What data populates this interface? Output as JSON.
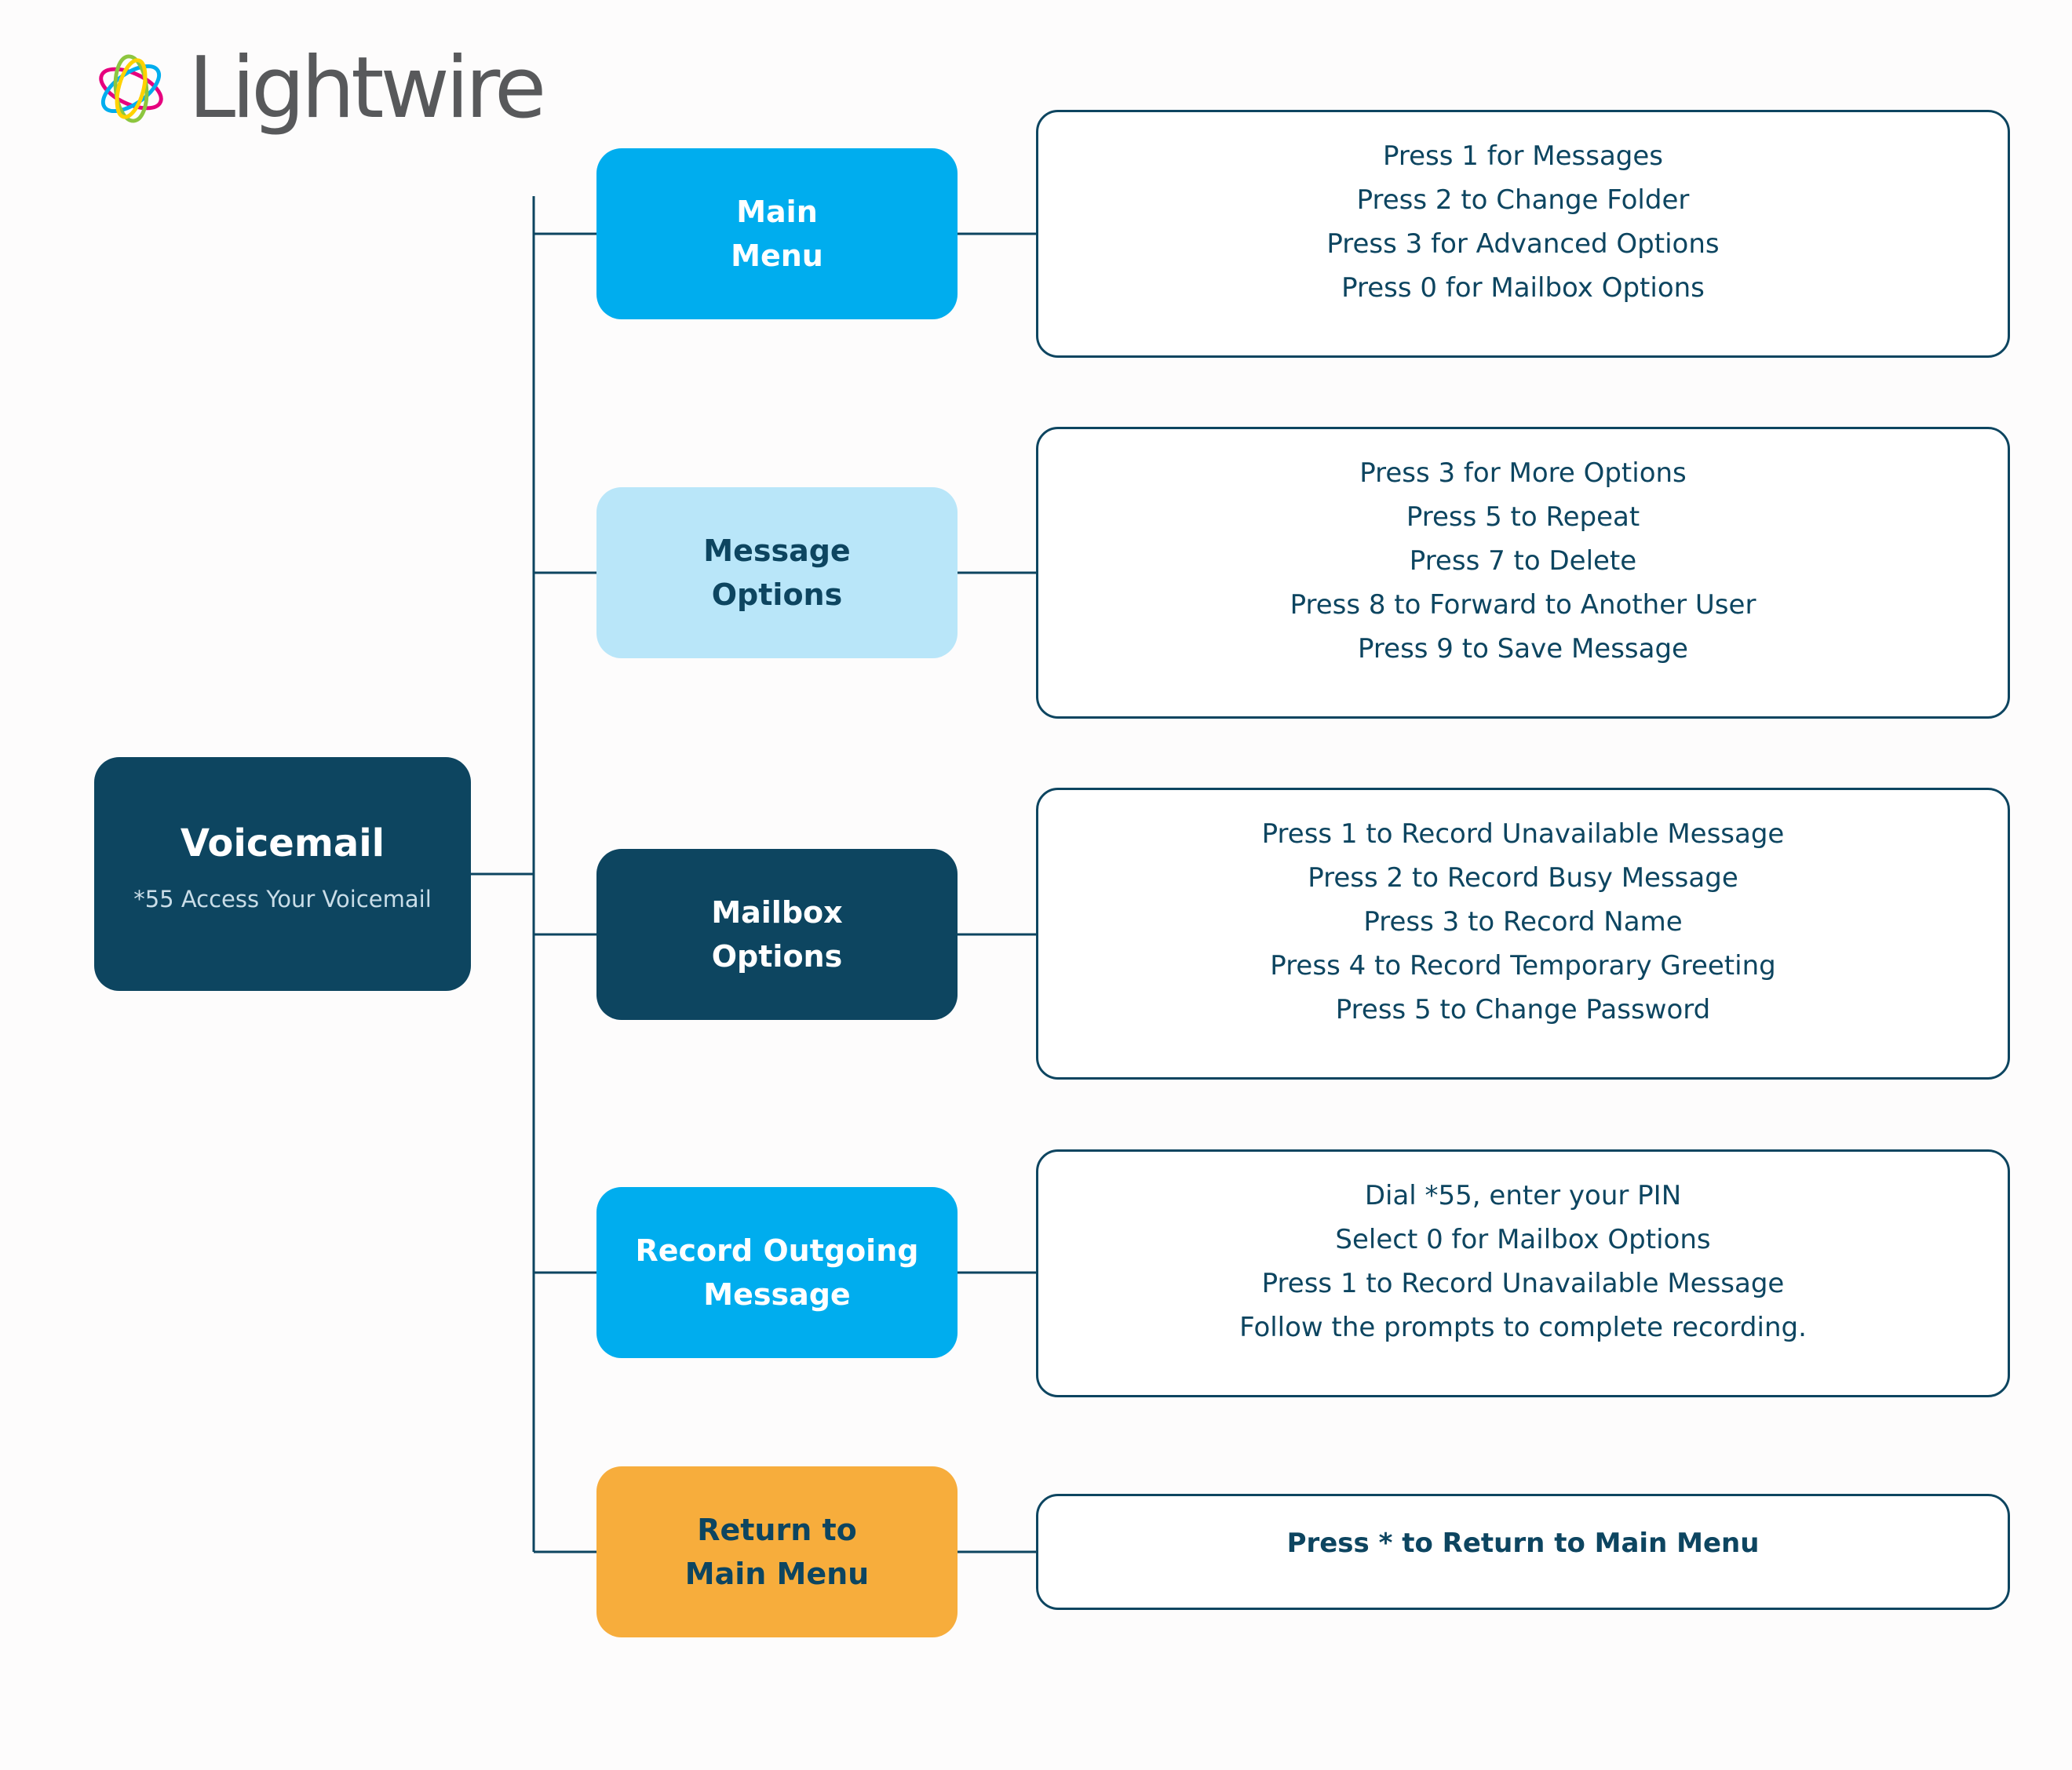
{
  "logo": {
    "text": "Lightwire",
    "icon": "lightwire-orbit-logo"
  },
  "colors": {
    "navy": "#0d4560",
    "bright_blue": "#00adee",
    "light_blue": "#b9e6f9",
    "orange": "#f7ad3c",
    "white": "#ffffff",
    "background": "#fdfcfc"
  },
  "root": {
    "title": "Voicemail",
    "subtitle": "*55 Access Your Voicemail"
  },
  "branches": [
    {
      "label": "Main\nMenu",
      "style": "bright_blue",
      "details": [
        "Press 1 for Messages",
        "Press 2 to Change Folder",
        "Press 3 for Advanced Options",
        "Press 0 for Mailbox Options"
      ],
      "details_bold": false
    },
    {
      "label": "Message\nOptions",
      "style": "light_blue",
      "details": [
        "Press 3 for More Options",
        "Press 5 to Repeat",
        "Press 7 to Delete",
        "Press 8 to Forward to Another User",
        "Press 9 to Save Message"
      ],
      "details_bold": false
    },
    {
      "label": "Mailbox\nOptions",
      "style": "navy",
      "details": [
        "Press 1 to Record Unavailable Message",
        "Press 2 to Record Busy Message",
        "Press 3 to Record Name",
        "Press 4 to Record Temporary Greeting",
        "Press 5 to Change Password"
      ],
      "details_bold": false
    },
    {
      "label": "Record Outgoing\nMessage",
      "style": "bright_blue",
      "details": [
        "Dial *55, enter your PIN",
        "Select 0 for Mailbox Options",
        "Press 1 to Record Unavailable Message",
        "Follow the prompts to complete recording."
      ],
      "details_bold": false
    },
    {
      "label": "Return to\nMain Menu",
      "style": "orange",
      "details": [
        "Press * to Return to Main Menu"
      ],
      "details_bold": true
    }
  ]
}
